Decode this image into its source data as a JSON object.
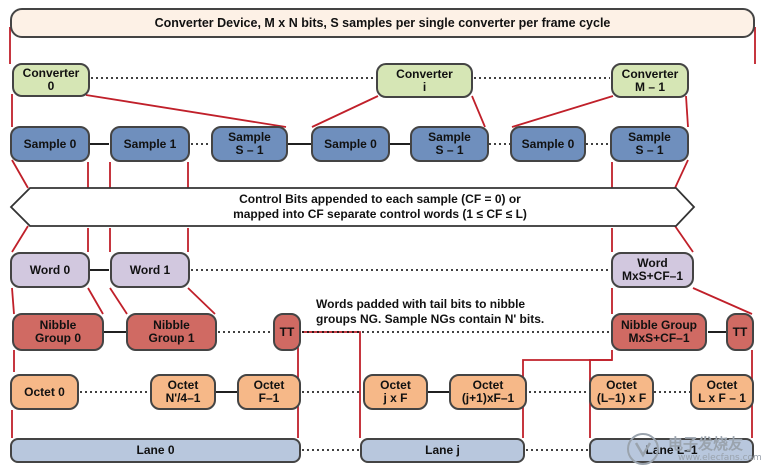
{
  "device": {
    "label": "Converter Device, M x N bits, S samples per single converter per frame cycle"
  },
  "converters": [
    {
      "label": "Converter\n0"
    },
    {
      "label": "Converter\ni"
    },
    {
      "label": "Converter\nM – 1"
    }
  ],
  "samples": [
    {
      "label": "Sample 0"
    },
    {
      "label": "Sample 1"
    },
    {
      "label": "Sample\nS – 1"
    },
    {
      "label": "Sample 0"
    },
    {
      "label": "Sample\nS – 1"
    },
    {
      "label": "Sample 0"
    },
    {
      "label": "Sample\nS – 1"
    }
  ],
  "control_bits": {
    "text": "Control Bits appended to each sample (CF = 0) or\nmapped into CF separate control words (1 ≤ CF ≤ L)"
  },
  "words": [
    {
      "label": "Word 0"
    },
    {
      "label": "Word 1"
    },
    {
      "label": "Word\nMxS+CF–1"
    }
  ],
  "words_note": {
    "text": "Words padded with tail bits to nibble\ngroups NG. Sample NGs contain N' bits."
  },
  "nibble_groups": [
    {
      "label": "Nibble\nGroup 0"
    },
    {
      "label": "Nibble\nGroup 1"
    },
    {
      "label": "TT"
    },
    {
      "label": "Nibble Group\nMxS+CF–1"
    },
    {
      "label": "TT"
    }
  ],
  "octets": [
    {
      "label": "Octet 0"
    },
    {
      "label": "Octet\nN'/4–1"
    },
    {
      "label": "Octet\nF–1"
    },
    {
      "label": "Octet\nj x F"
    },
    {
      "label": "Octet\n(j+1)xF–1"
    },
    {
      "label": "Octet\n(L–1) x F"
    },
    {
      "label": "Octet\nL x F – 1"
    }
  ],
  "lanes": [
    {
      "label": "Lane 0"
    },
    {
      "label": "Lane j"
    },
    {
      "label": "Lane L–1"
    }
  ],
  "watermark": {
    "text": "电子发烧友",
    "url": "www.elecfans.com"
  },
  "colors": {
    "device": "#fdf1e6",
    "converter": "#d6e6b5",
    "sample": "#6f8fbd",
    "word": "#d2c8df",
    "nibble": "#d06a63",
    "octet": "#f6b888",
    "lane": "#b8c7dd",
    "connector": "#c0202a"
  }
}
